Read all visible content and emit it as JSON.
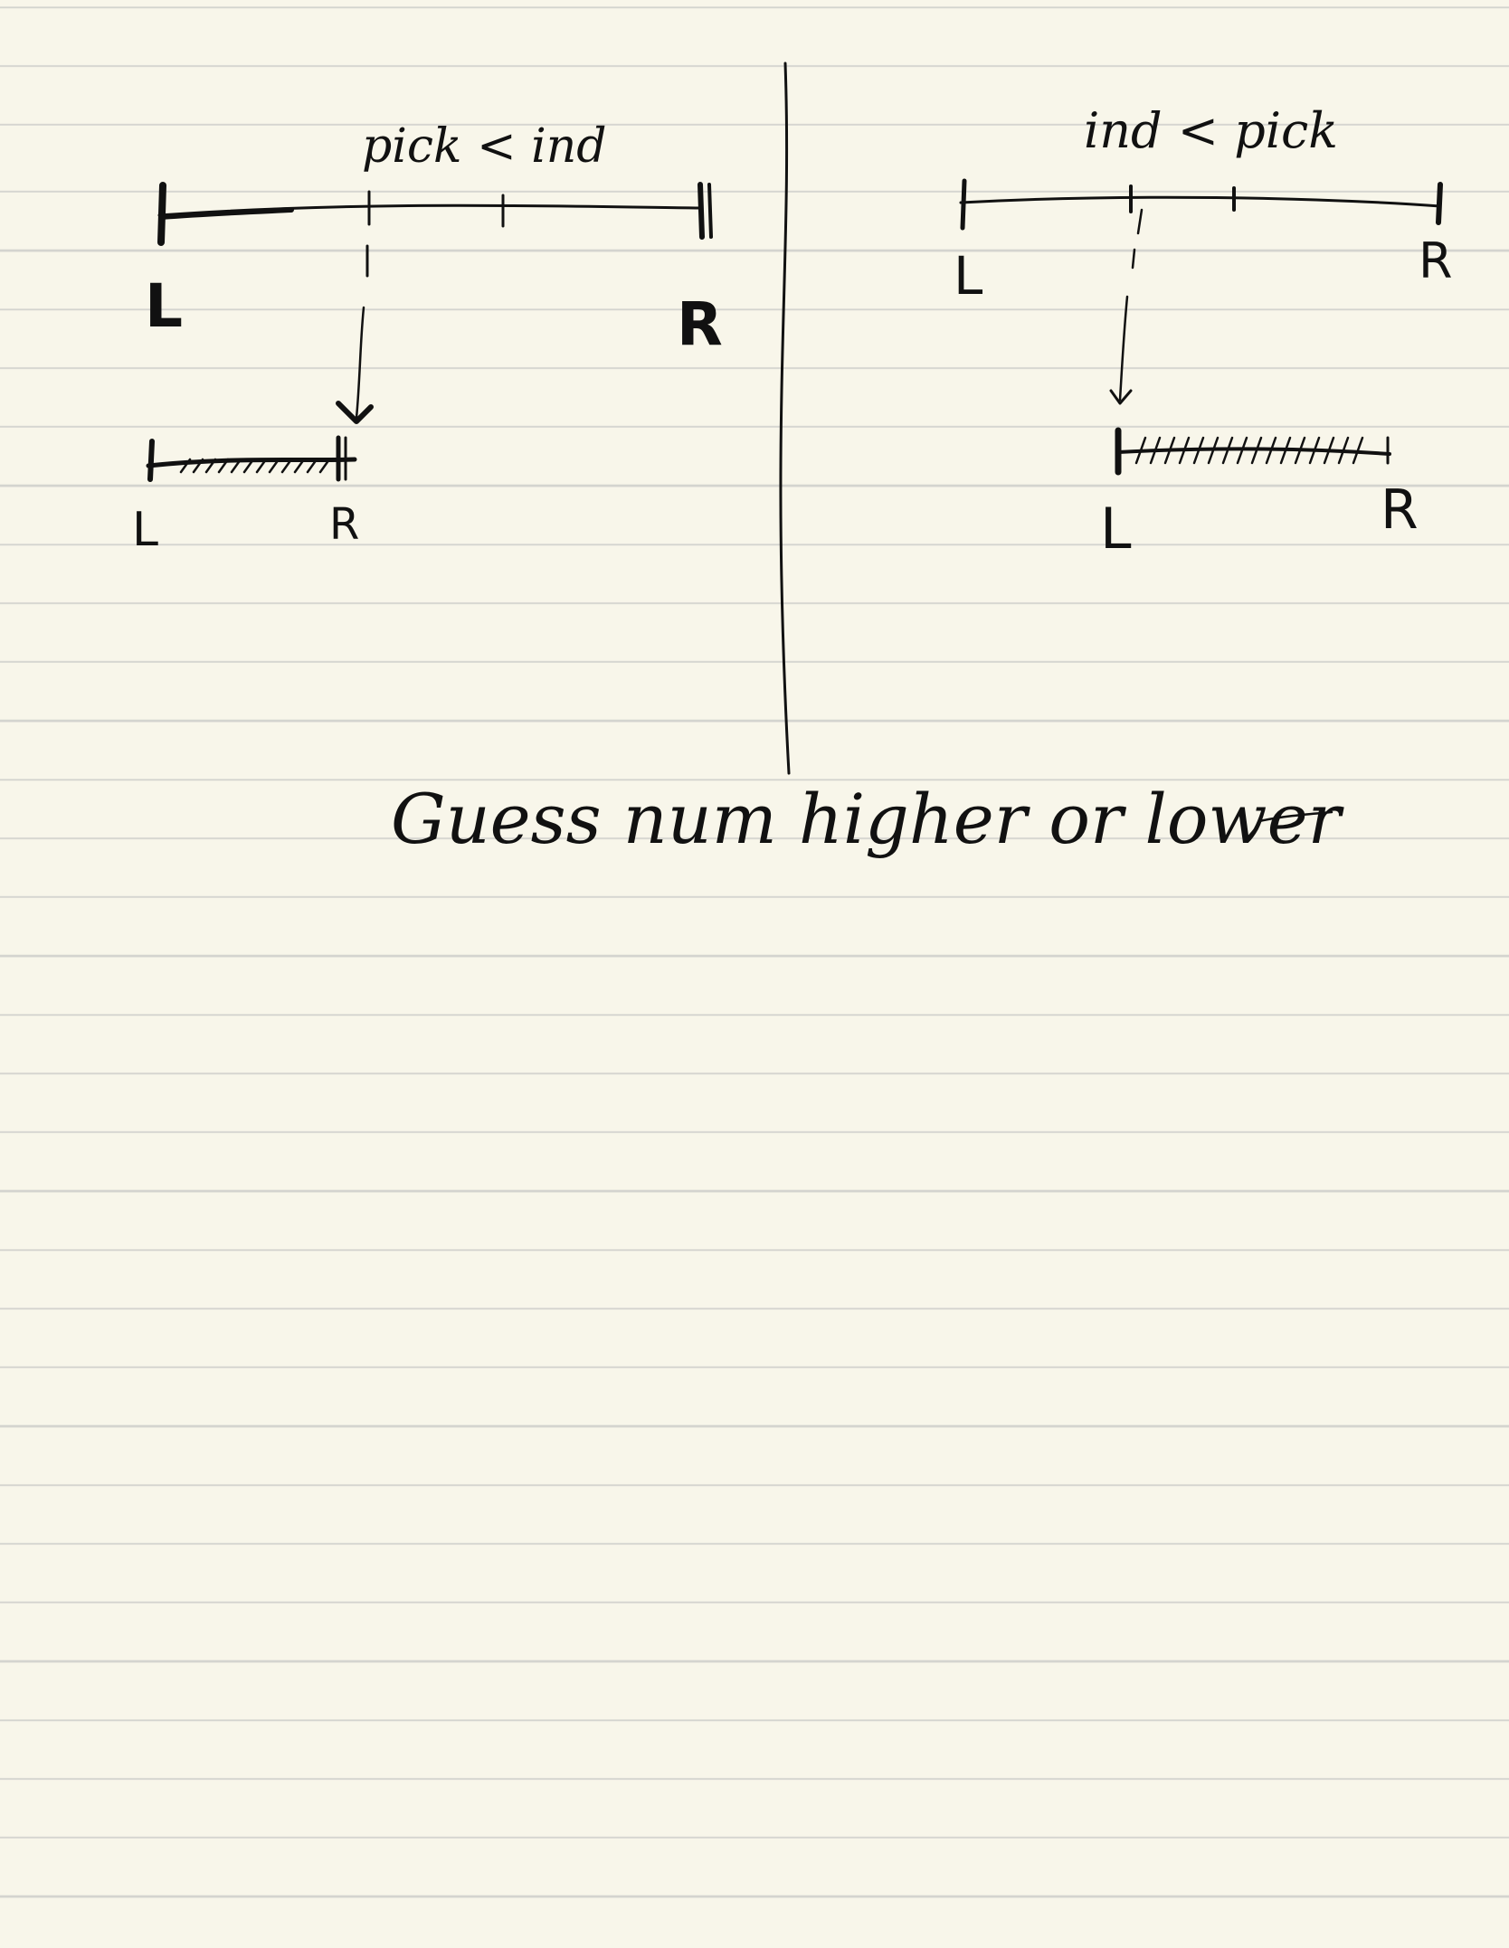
{
  "notes": {
    "left": {
      "condition": "pick < ind",
      "top_left": "L",
      "top_right": "R",
      "bottom_left": "L",
      "bottom_right": "R"
    },
    "right": {
      "condition": "ind < pick",
      "top_left": "L",
      "top_right": "R",
      "bottom_left": "L",
      "bottom_right": "R"
    },
    "caption": "Guess num higher or lower"
  }
}
